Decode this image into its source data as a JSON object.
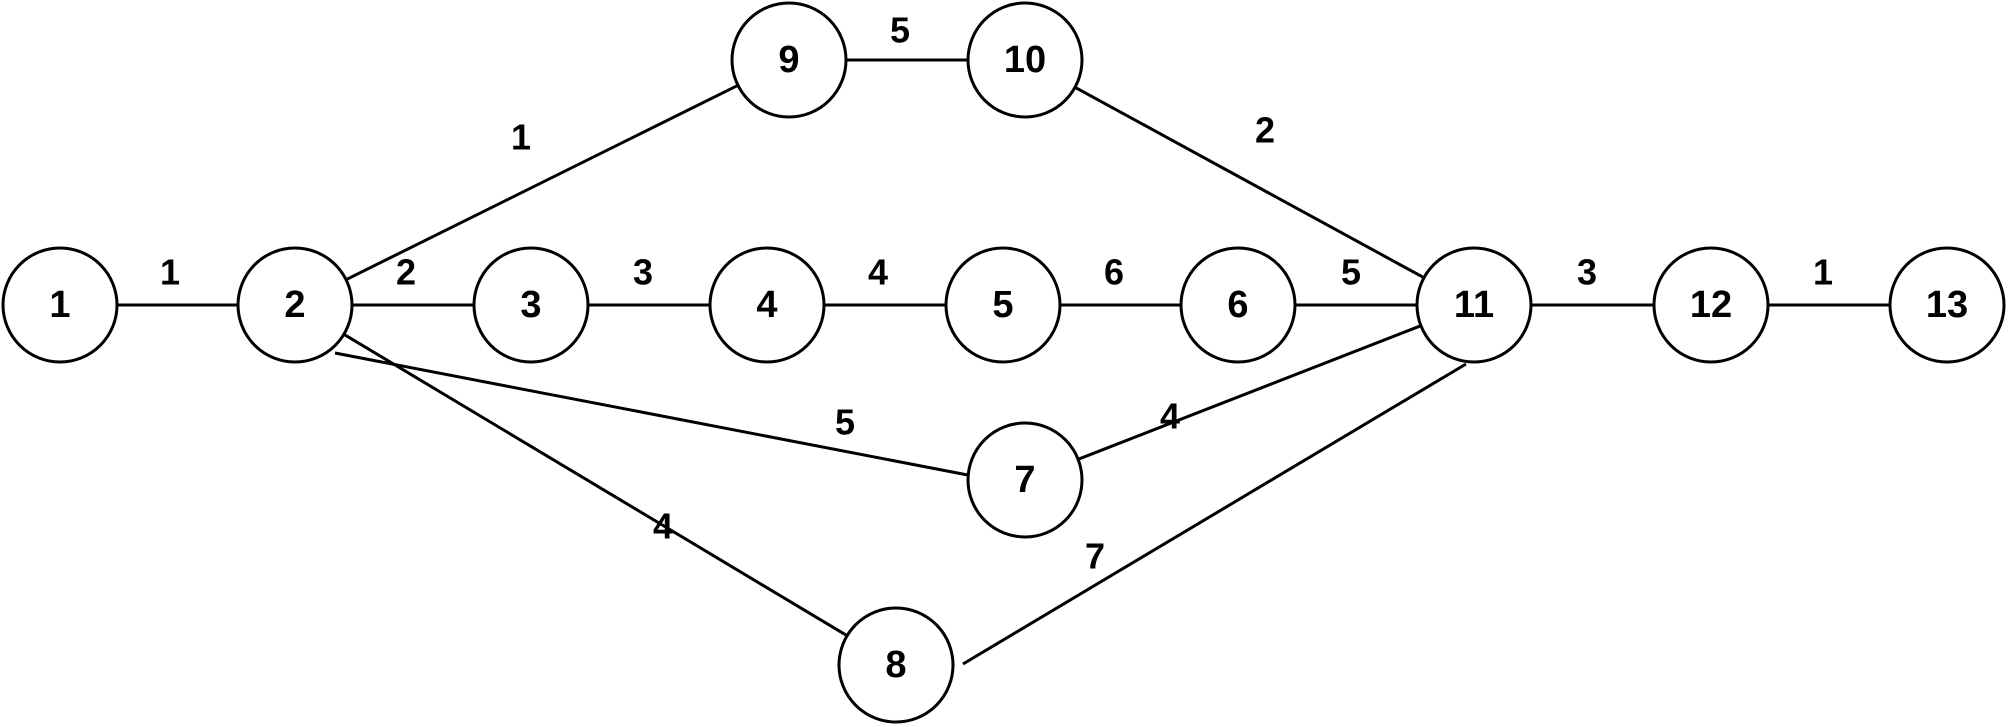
{
  "nodes": [
    {
      "id": "1",
      "label": "1"
    },
    {
      "id": "2",
      "label": "2"
    },
    {
      "id": "3",
      "label": "3"
    },
    {
      "id": "4",
      "label": "4"
    },
    {
      "id": "5",
      "label": "5"
    },
    {
      "id": "6",
      "label": "6"
    },
    {
      "id": "7",
      "label": "7"
    },
    {
      "id": "8",
      "label": "8"
    },
    {
      "id": "9",
      "label": "9"
    },
    {
      "id": "10",
      "label": "10"
    },
    {
      "id": "11",
      "label": "11"
    },
    {
      "id": "12",
      "label": "12"
    },
    {
      "id": "13",
      "label": "13"
    }
  ],
  "edges": [
    {
      "from": "1",
      "to": "2",
      "weight": "1"
    },
    {
      "from": "2",
      "to": "3",
      "weight": "2"
    },
    {
      "from": "3",
      "to": "4",
      "weight": "3"
    },
    {
      "from": "4",
      "to": "5",
      "weight": "4"
    },
    {
      "from": "5",
      "to": "6",
      "weight": "6"
    },
    {
      "from": "6",
      "to": "11",
      "weight": "5"
    },
    {
      "from": "11",
      "to": "12",
      "weight": "3"
    },
    {
      "from": "12",
      "to": "13",
      "weight": "1"
    },
    {
      "from": "2",
      "to": "9",
      "weight": "1"
    },
    {
      "from": "9",
      "to": "10",
      "weight": "5"
    },
    {
      "from": "10",
      "to": "11",
      "weight": "2"
    },
    {
      "from": "2",
      "to": "7",
      "weight": "5"
    },
    {
      "from": "7",
      "to": "11",
      "weight": "4"
    },
    {
      "from": "2",
      "to": "8",
      "weight": "4"
    },
    {
      "from": "8",
      "to": "11",
      "weight": "7"
    }
  ]
}
